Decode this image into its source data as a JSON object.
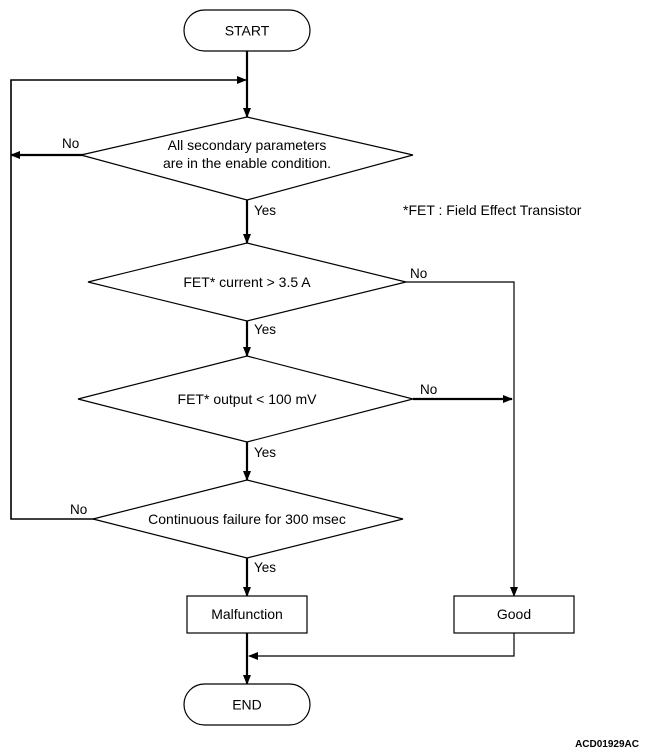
{
  "nodes": {
    "start": "START",
    "decision_enable": [
      "All secondary parameters",
      "are in the enable condition."
    ],
    "decision_current": "FET* current > 3.5 A",
    "decision_output": "FET* output < 100 mV",
    "decision_continuous": "Continuous failure for 300 msec",
    "malfunction": "Malfunction",
    "good": "Good",
    "end": "END"
  },
  "branches": {
    "yes": "Yes",
    "no": "No"
  },
  "footnote": "*FET : Field Effect Transistor",
  "figure_id": "ACD01929AC"
}
